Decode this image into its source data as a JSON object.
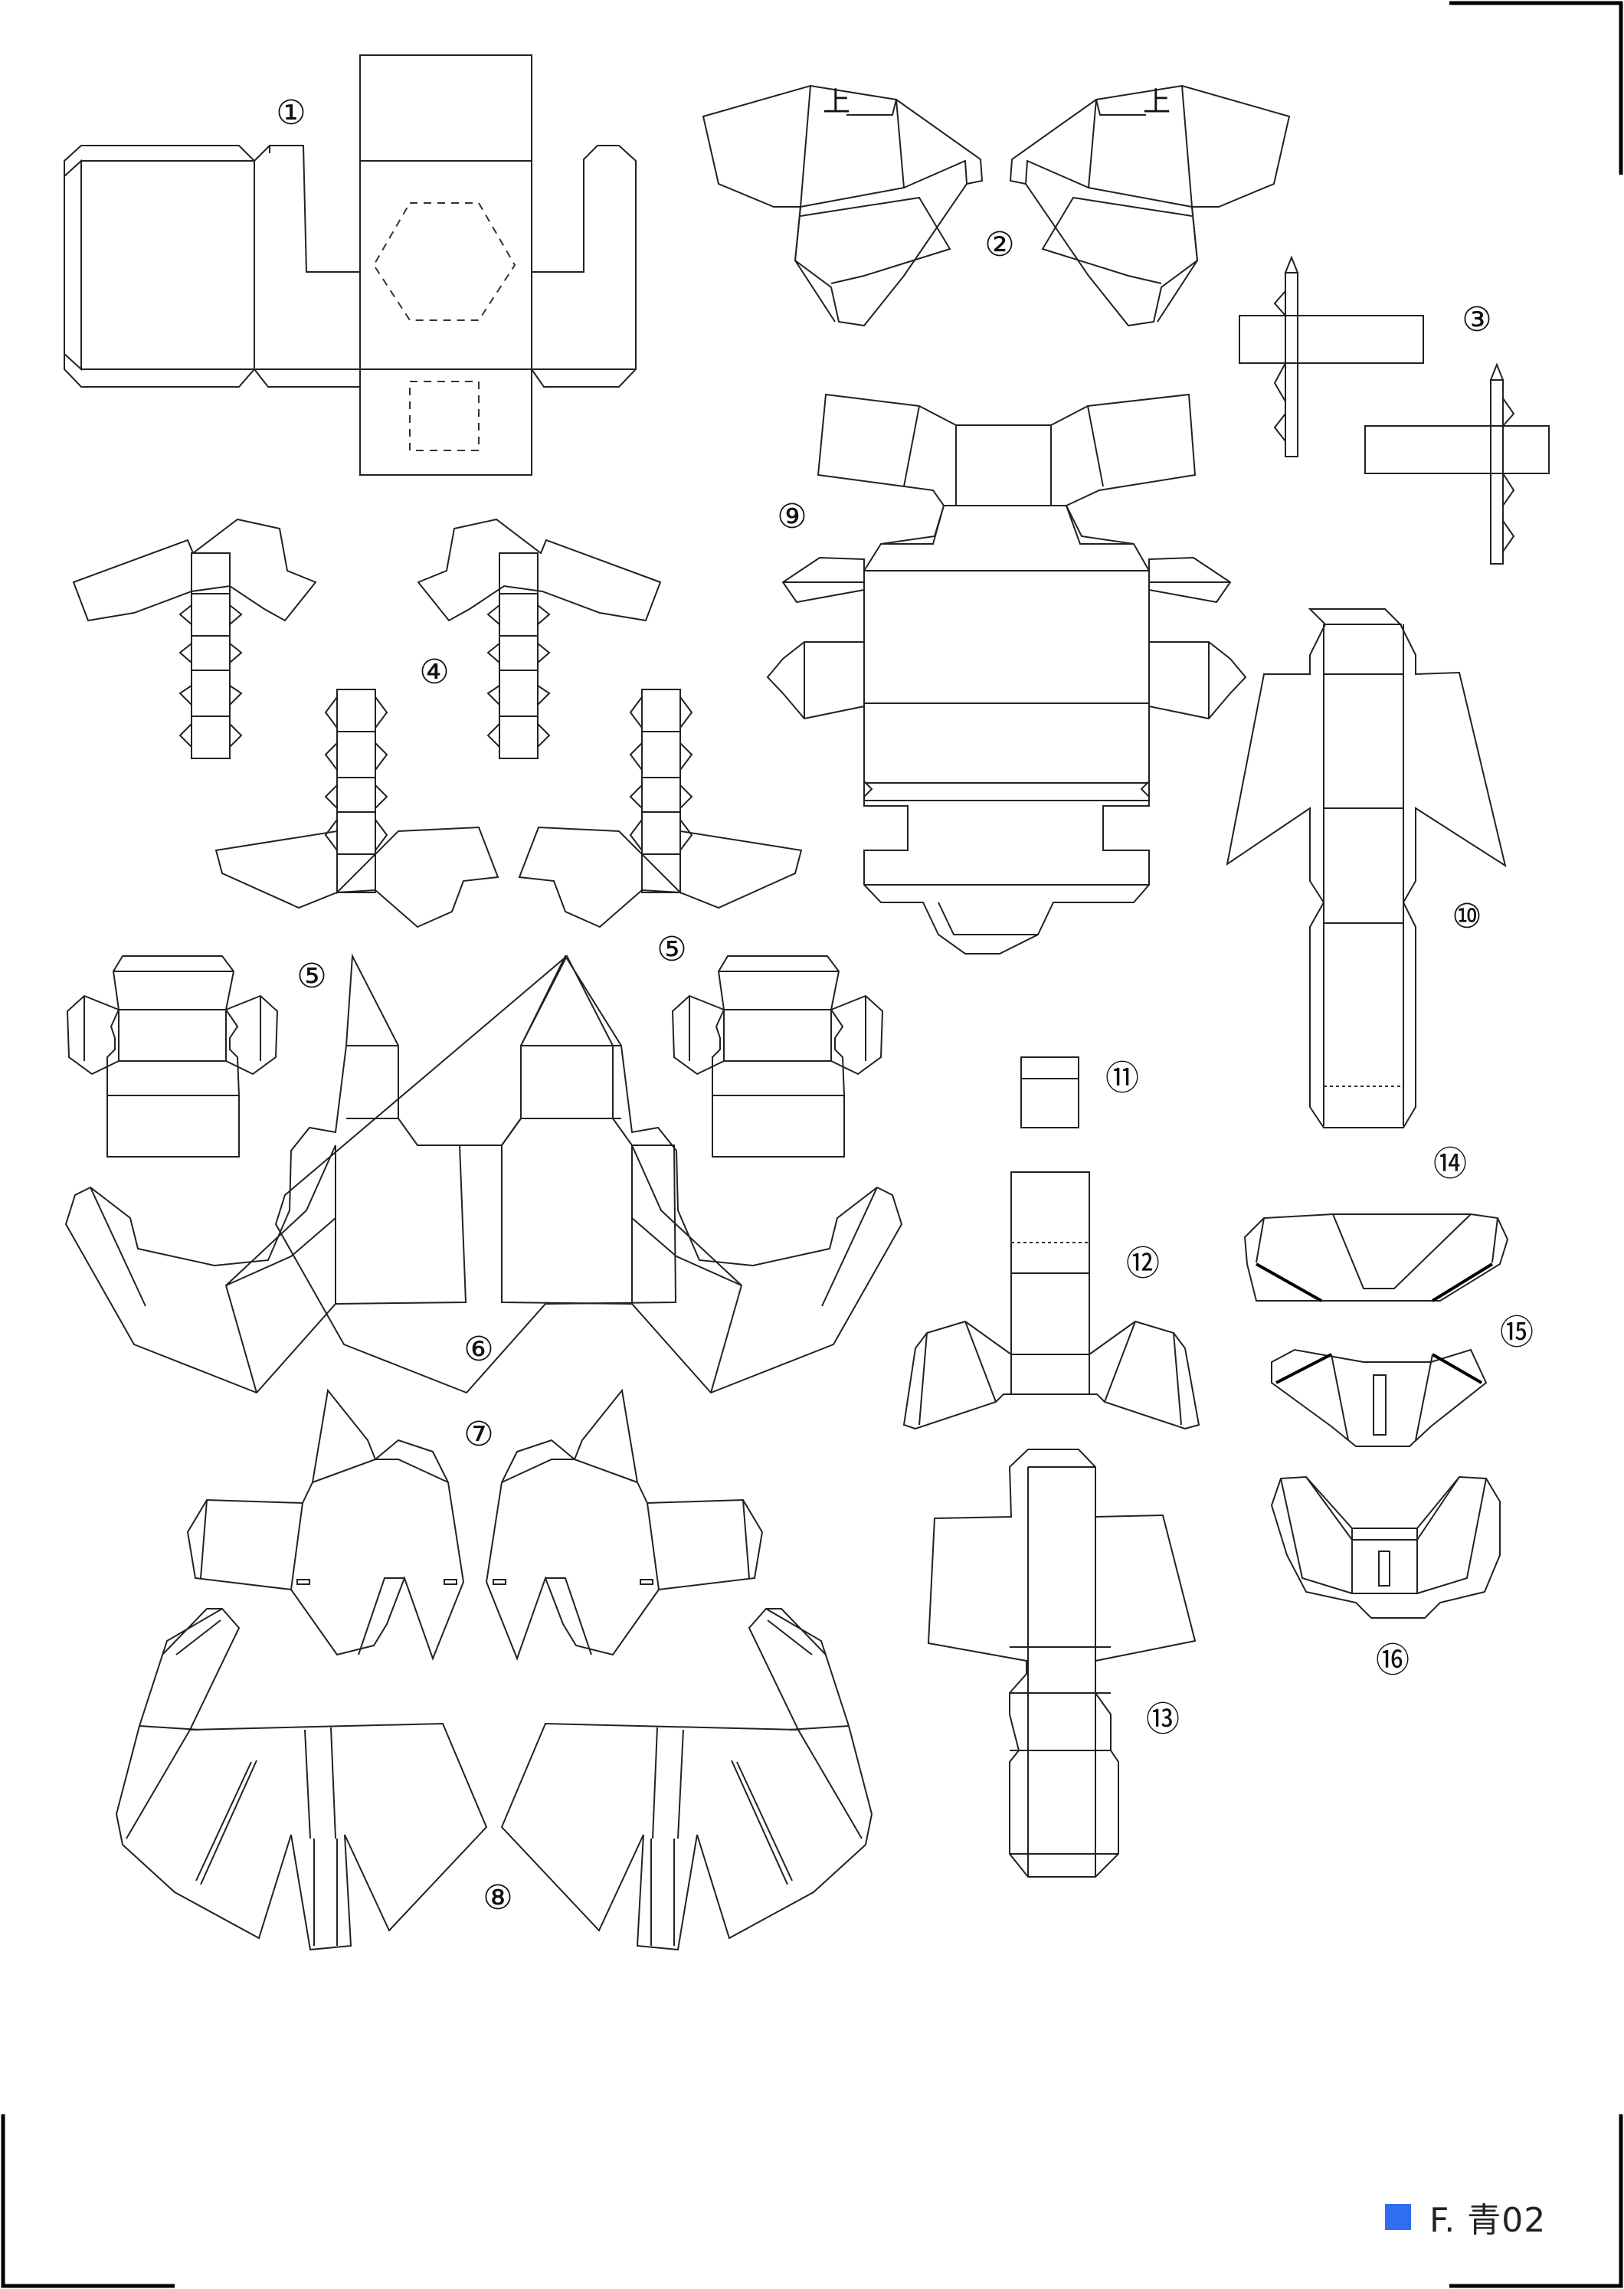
{
  "sheet": {
    "part_numbers": [
      "①",
      "②",
      "③",
      "④",
      "⑤",
      "⑤",
      "⑥",
      "⑦",
      "⑧",
      "⑨",
      "⑩",
      "⑪",
      "⑫",
      "⑬",
      "⑭",
      "⑮",
      "⑯"
    ],
    "top_mark": "上",
    "footer": {
      "label": "F. 青02",
      "color_swatch": "#2f6ef0"
    }
  }
}
